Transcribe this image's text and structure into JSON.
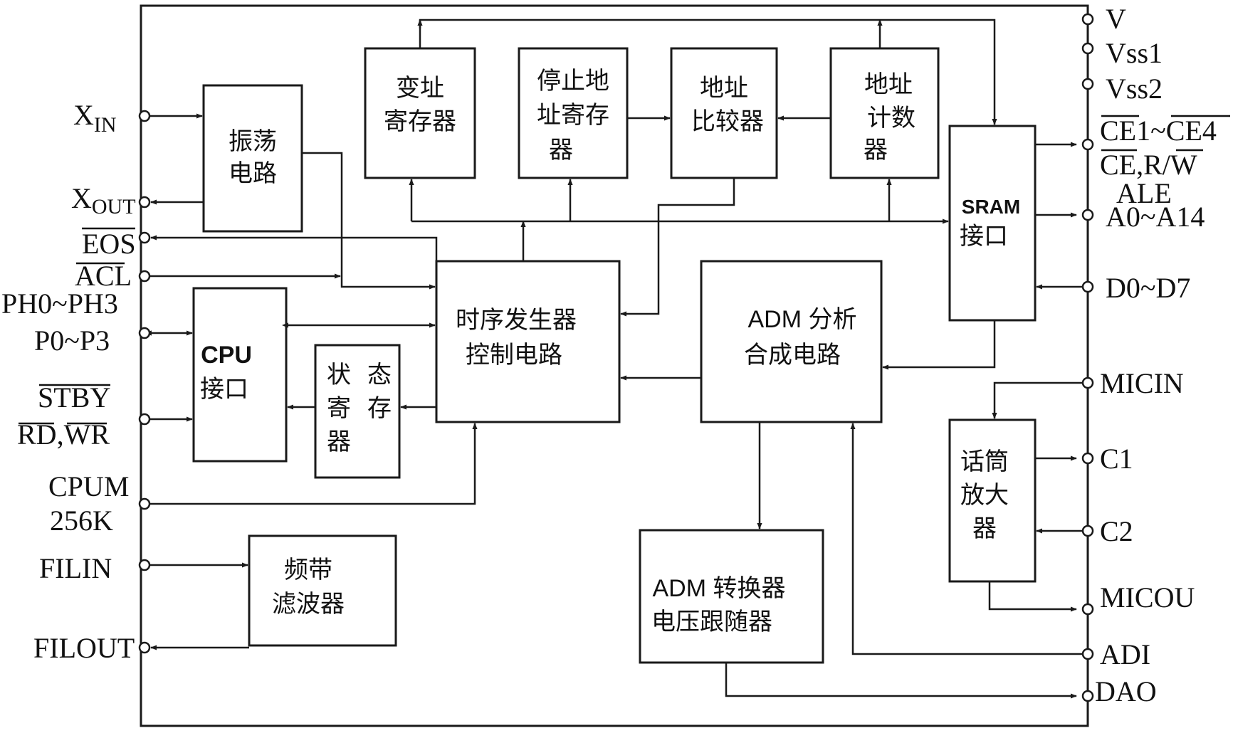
{
  "blocks": {
    "oscillator": [
      "振荡",
      "电路"
    ],
    "var_addr_reg": [
      "变址",
      "寄存器"
    ],
    "stop_addr_reg": [
      "停止地",
      "址寄存",
      "器"
    ],
    "addr_comparator": [
      "地址",
      "比较器"
    ],
    "addr_counter": [
      "地址",
      "计数",
      "器"
    ],
    "sram_if": [
      "SRAM",
      "接口"
    ],
    "timing_gen": [
      "时序发生器",
      "控制电路"
    ],
    "adm_analysis": [
      "ADM 分析",
      "合成电路"
    ],
    "cpu_if": [
      "CPU",
      "接口"
    ],
    "status_reg": [
      "状",
      "态",
      "寄",
      "存",
      "器"
    ],
    "mic_amp": [
      "话筒",
      "放大",
      "器"
    ],
    "band_filter": [
      "频带",
      "滤波器"
    ],
    "adm_converter": [
      "ADM 转换器",
      "电压跟随器"
    ]
  },
  "pins": {
    "xin": "X",
    "xin_sub": "IN",
    "xout": "X",
    "xout_sub": "OUT",
    "eos": "EOS",
    "acl": "ACL",
    "ph": "PH0~PH3",
    "p": "P0~P3",
    "stby": "STBY",
    "rd": "RD,",
    "wr": "WR",
    "cpum": "CPUM",
    "k256": "256K",
    "filin": "FILIN",
    "filout": "FILOUT",
    "v": "V",
    "vss1": "Vss1",
    "vss2": "Vss2",
    "ce1": "CE1",
    "tilde": "~",
    "ce4": "CE4",
    "ce_r": "CE,R/",
    "w": "W",
    "ale": "ALE",
    "a0a14": "A0~A14",
    "d0d7": "D0~D7",
    "micin": "MICIN",
    "c1": "C1",
    "c2": "C2",
    "micou": "MICOU",
    "adi": "ADI",
    "dao": "DAO"
  }
}
